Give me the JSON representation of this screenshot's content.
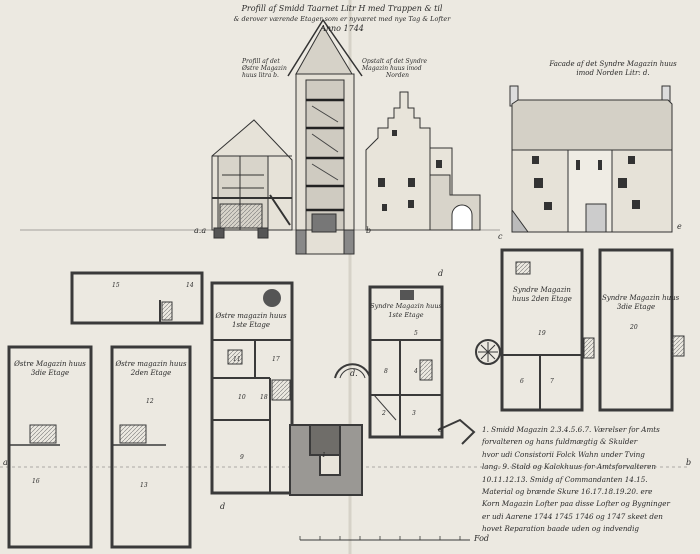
{
  "title": {
    "line1": "Profill af Smidd Taarnet Litr H med Trappen & til",
    "line2": "& derover værende Etager som er nyværet med nye Tag & Lofter",
    "line3": "Anno 1744"
  },
  "labels": {
    "profil_oster": [
      "Profill af det",
      "Østre Magazin",
      "huus litra b."
    ],
    "opstalt_sondre": [
      "Opstalt af det Syndre",
      "Magazin huus imod",
      "Norden"
    ],
    "facade": [
      "Facade af det Syndre Magazin huus",
      "imod Norden Litr: d."
    ],
    "oster_3": [
      "Østre Magazin huus",
      "3die Etage"
    ],
    "oster_2": [
      "Østre magazin huus",
      "2den Etage"
    ],
    "oster_1": [
      "Østre magazin huus",
      "1ste Etage"
    ],
    "sondre_1": [
      "Syndre Magazin huus",
      "1ste Etage"
    ],
    "sondre_2": [
      "Syndre Magazin",
      "huus 2den Etage"
    ],
    "sondre_3": [
      "Syndre Magazin huus",
      "3die Etage"
    ]
  },
  "letters": {
    "a_left": "a.a",
    "a_right": "a",
    "b_center": "b",
    "b_right": "b",
    "c1": "c",
    "c2": "c",
    "d": "d",
    "d_plan": "d",
    "d_mid": "d.",
    "e": "e"
  },
  "room_numbers": [
    "15",
    "14",
    "16",
    "12",
    "13",
    "11",
    "10",
    "9",
    "8",
    "5",
    "4",
    "3",
    "2",
    "1",
    "6",
    "7",
    "19",
    "20",
    "17",
    "18"
  ],
  "scale_label": "Fod",
  "legend": [
    "1. Smidd Magazin 2.3.4.5.6.7. Værelser for Amts",
    "forvalteren og hans fuldmægtig & Skulder",
    "hvor udi Consistorii Folck Wahn under Tving",
    "lang. 9. Stald og Kalckhuus for Amtsforvalteren",
    "10.11.12.13. Smidg af Commandanten 14.15.",
    "Material og brænde Skure 16.17.18.19.20. ere",
    "Korn Magazin Lofter paa disse Lofter og Bygninger",
    "er udi Aarene 1744 1745 1746 og 1747 skeet den",
    "hovet Reparation baade uden og indvendig"
  ],
  "colors": {
    "paper": "#ece9e1",
    "ink": "#3a3a3a",
    "wash": "#9a9894",
    "dark": "#4a4a4a"
  }
}
